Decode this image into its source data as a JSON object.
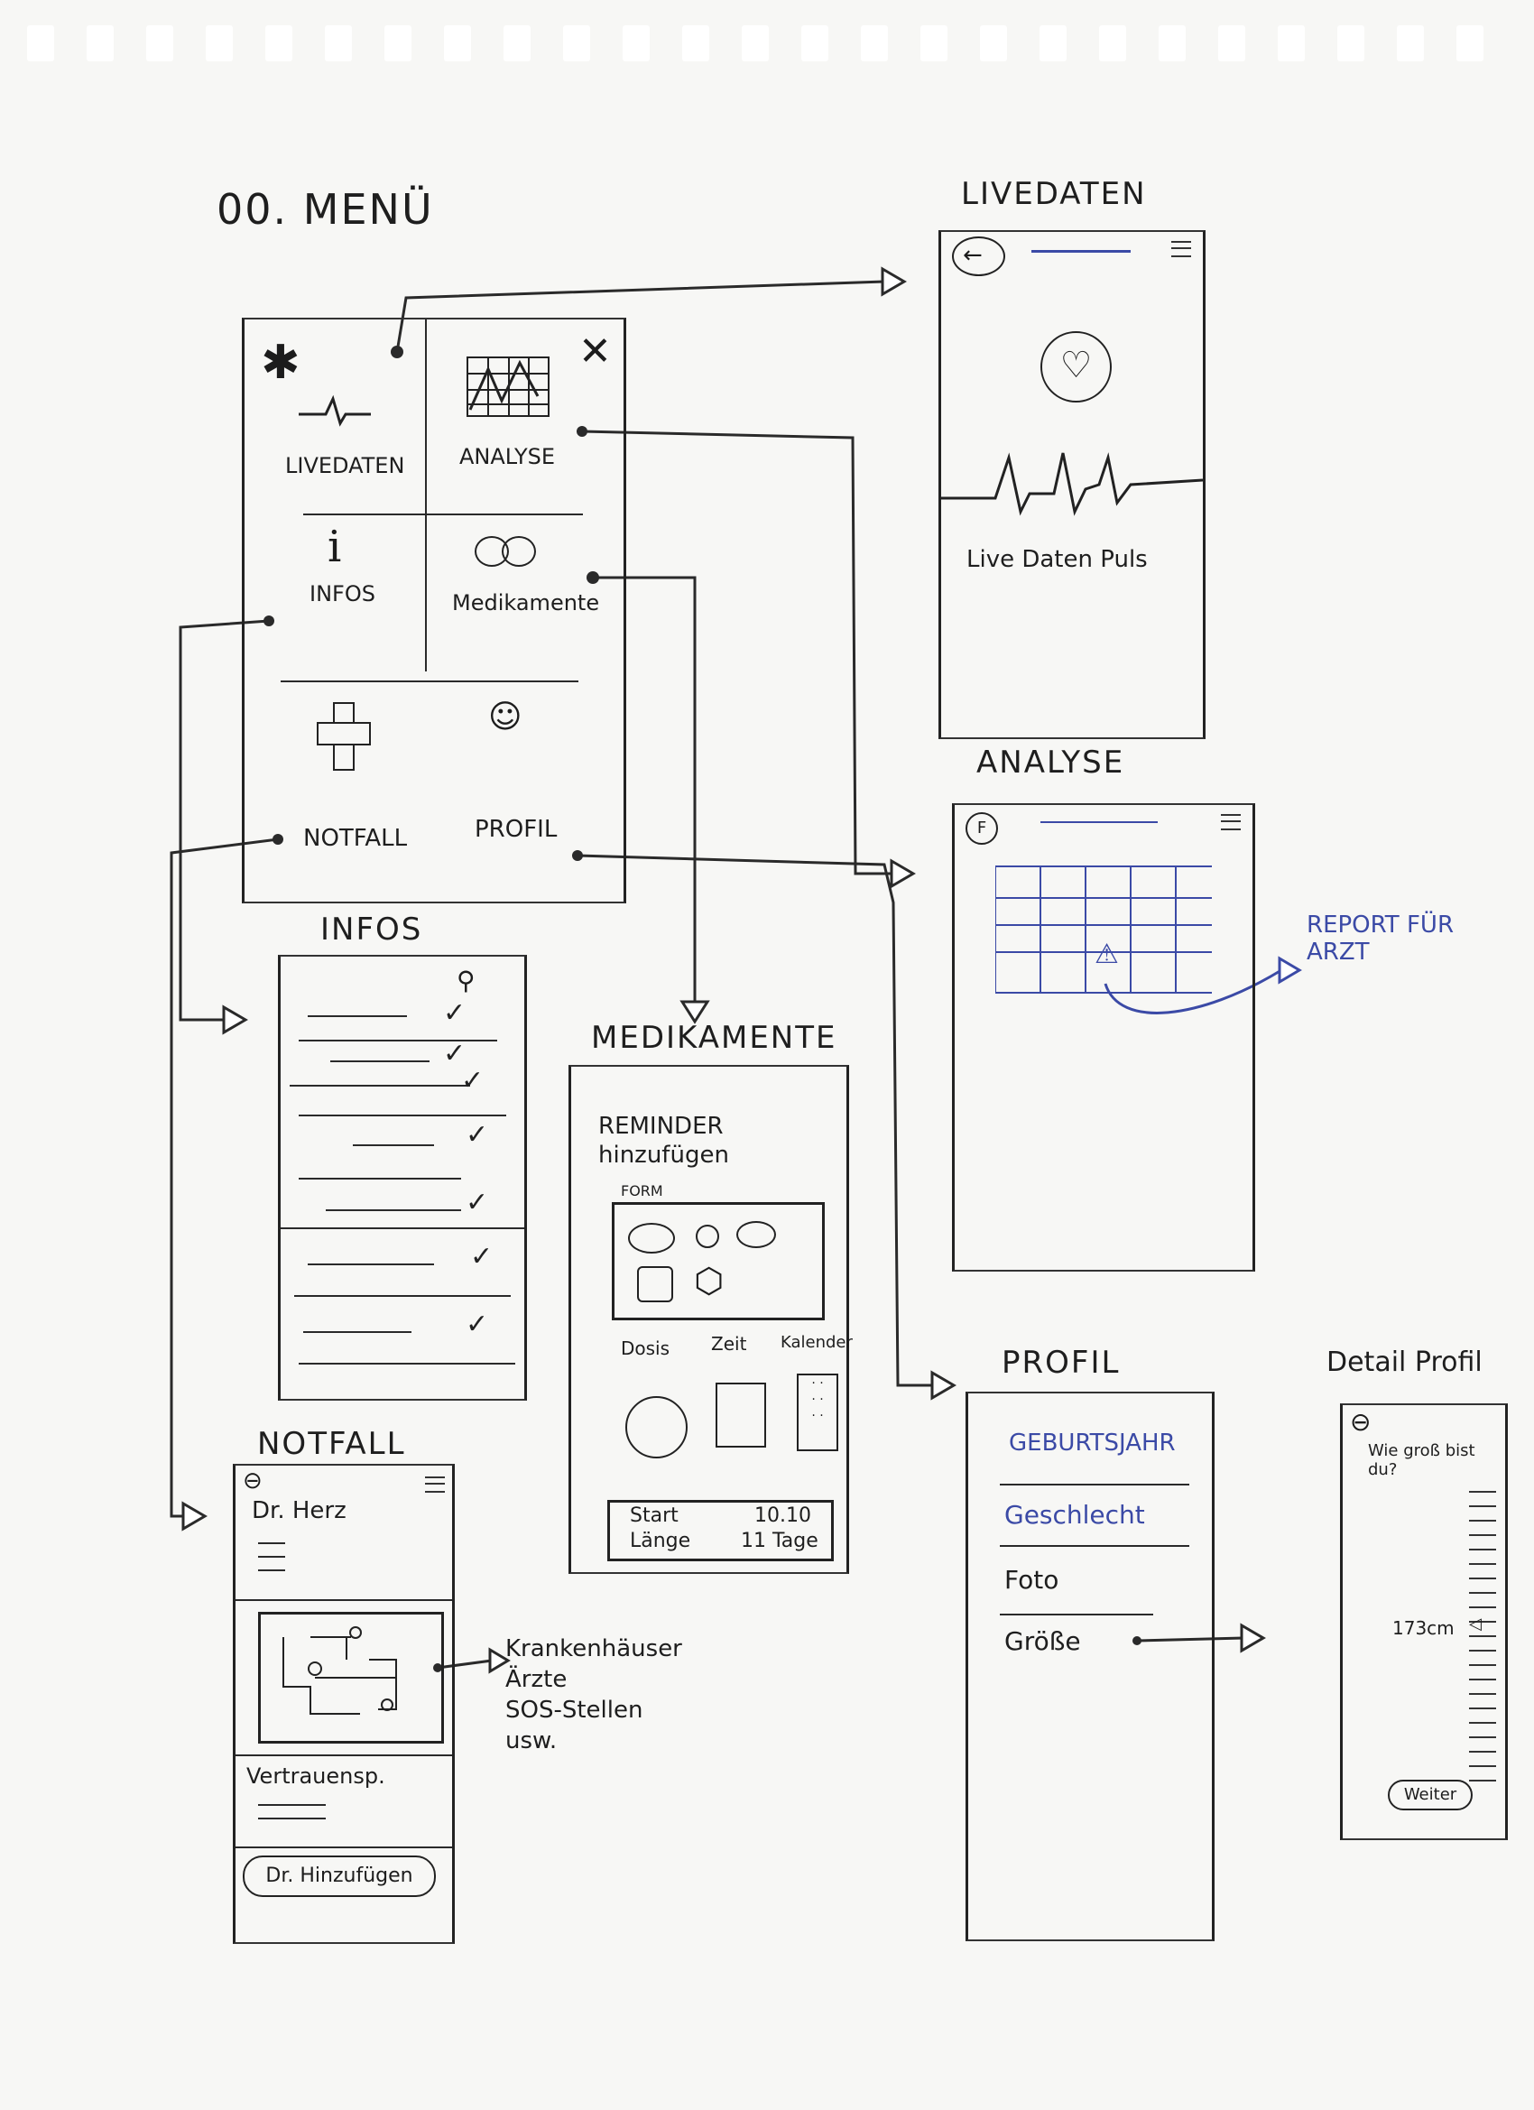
{
  "menu": {
    "title": "00. MENÜ",
    "items": {
      "livedaten": "LIVEDATEN",
      "analyse": "ANALYSE",
      "infos": "INFOS",
      "medikamente": "Medikamente",
      "notfall": "NOTFALL",
      "profil": "PROFIL"
    }
  },
  "livedaten": {
    "title": "LIVEDATEN",
    "caption": "Live Daten Puls"
  },
  "analyse": {
    "title": "ANALYSE",
    "annotation": "REPORT FÜR ARZT"
  },
  "infos": {
    "title": "INFOS"
  },
  "medikamente": {
    "title": "MEDIKAMENTE",
    "reminder": "REMINDER hinzufügen",
    "form_label": "FORM",
    "dosis": "Dosis",
    "zeit": "Zeit",
    "kalender": "Kalender",
    "start_label": "Start",
    "start_value": "10.10",
    "laenge_label": "Länge",
    "laenge_value": "11 Tage"
  },
  "notfall": {
    "title": "NOTFALL",
    "doctor": "Dr. Herz",
    "vertrauen": "Vertrauensp.",
    "add_button": "Dr. Hinzufügen",
    "annotation": [
      "Krankenhäuser",
      "Ärzte",
      "SOS-Stellen",
      "usw."
    ]
  },
  "profil": {
    "title": "PROFIL",
    "fields": [
      "GEBURTSJAHR",
      "Geschlecht",
      "Foto",
      "Größe"
    ]
  },
  "detail_profil": {
    "title": "Detail Profil",
    "question": "Wie groß bist du?",
    "value": "173cm",
    "button": "Weiter"
  }
}
